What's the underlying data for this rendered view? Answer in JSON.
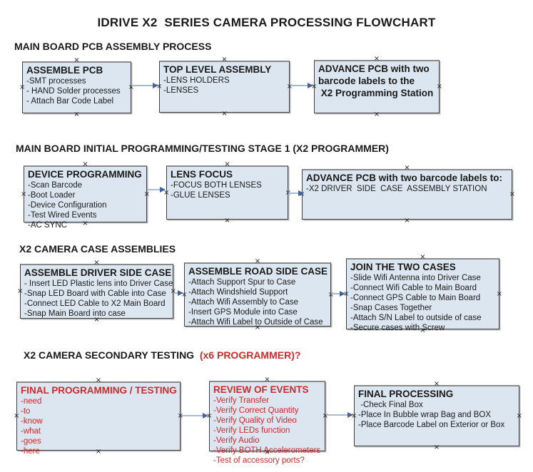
{
  "page_title": "IDRIVE X2  SERIES CAMERA PROCESSING FLOWCHART",
  "icons": {
    "connection_handle": "×",
    "arrow_head": "right-triangle"
  },
  "colors": {
    "box_fill": "#dce6f0",
    "box_border": "#3f3f3f",
    "arrow_line": "#a8bbd3",
    "arrow_head": "#44639c",
    "red_text": "#cc2b2b",
    "black_text": "#1a1a1a"
  },
  "sections": [
    {
      "heading": "MAIN BOARD PCB ASSEMBLY PROCESS",
      "boxes": [
        {
          "title_lines": [
            "ASSEMBLE PCB"
          ],
          "items": [
            "-SMT processes",
            "- HAND Solder processes",
            "- Attach Bar Code Label"
          ]
        },
        {
          "title_lines": [
            "TOP LEVEL ASSEMBLY"
          ],
          "items": [
            "-LENS HOLDERS",
            "-LENSES"
          ]
        },
        {
          "title_lines": [
            "ADVANCE PCB with two",
            "barcode labels to the",
            " X2 Programming Station"
          ],
          "items": []
        }
      ]
    },
    {
      "heading": "MAIN BOARD INITIAL PROGRAMMING/TESTING STAGE 1 (X2 PROGRAMMER)",
      "boxes": [
        {
          "title_lines": [
            "DEVICE PROGRAMMING"
          ],
          "items": [
            "-Scan Barcode",
            "-Boot Loader",
            "-Device Configuration",
            "-Test Wired Events",
            "-AC SYNC"
          ]
        },
        {
          "title_lines": [
            "LENS FOCUS"
          ],
          "items": [
            "-FOCUS BOTH LENSES",
            "-GLUE LENSES"
          ]
        },
        {
          "title_lines": [
            "ADVANCE PCB with two barcode labels to:"
          ],
          "items": [
            "-X2 DRIVER  SIDE  CASE  ASSEMBLY STATION"
          ]
        }
      ]
    },
    {
      "heading": "X2 CAMERA CASE ASSEMBLIES",
      "boxes": [
        {
          "title_lines": [
            "ASSEMBLE DRIVER SIDE CASE"
          ],
          "items": [
            "- Insert LED Plastic lens into Driver Case",
            "-Snap LED Board with Cable into Case",
            "-Connect LED Cable to X2 Main Board",
            "-Snap Main Board into case"
          ]
        },
        {
          "title_lines": [
            "ASSEMBLE ROAD SIDE CASE"
          ],
          "items": [
            "-Attach Support Spur to Case",
            "-Attach Windshield Support",
            "-Attach Wifi Assembly to Case",
            "-Insert GPS Module into Case",
            "-Attach Wifi Label to Outside of Case"
          ]
        },
        {
          "title_lines": [
            "JOIN THE TWO CASES"
          ],
          "items": [
            "-Slide Wifi Antenna into Driver Case",
            "-Connect Wifi Cable to Main Board",
            "-Connect GPS Cable to Main Board",
            "-Snap Cases Together",
            "-Attach S/N Label to outside of case",
            "-Secure cases with Screw"
          ]
        }
      ]
    },
    {
      "heading": "X2 CAMERA SECONDARY TESTING  ",
      "heading_red": "(x6 PROGRAMMER)?",
      "boxes": [
        {
          "color": "red",
          "title_lines": [
            "FINAL PROGRAMMING / TESTING"
          ],
          "items": [
            "-need",
            "-to",
            "-know",
            "-what",
            "-goes",
            "-here"
          ]
        },
        {
          "color": "red",
          "title_lines": [
            "REVIEW OF EVENTS"
          ],
          "items": [
            "-Verify Transfer",
            "-Verify Correct Quantity",
            "-Verify Quality of Video",
            "-Verify LEDs function",
            "-Verify Audio",
            "-Verify BOTH Accelerometers",
            "-Test of accessory ports?"
          ]
        },
        {
          "title_lines": [
            "FINAL PROCESSING"
          ],
          "items": [
            " -Check Final Box",
            "-Place In Bubble wrap Bag and BOX",
            "-Place Barcode Label on Exterior or Box"
          ]
        }
      ]
    }
  ]
}
